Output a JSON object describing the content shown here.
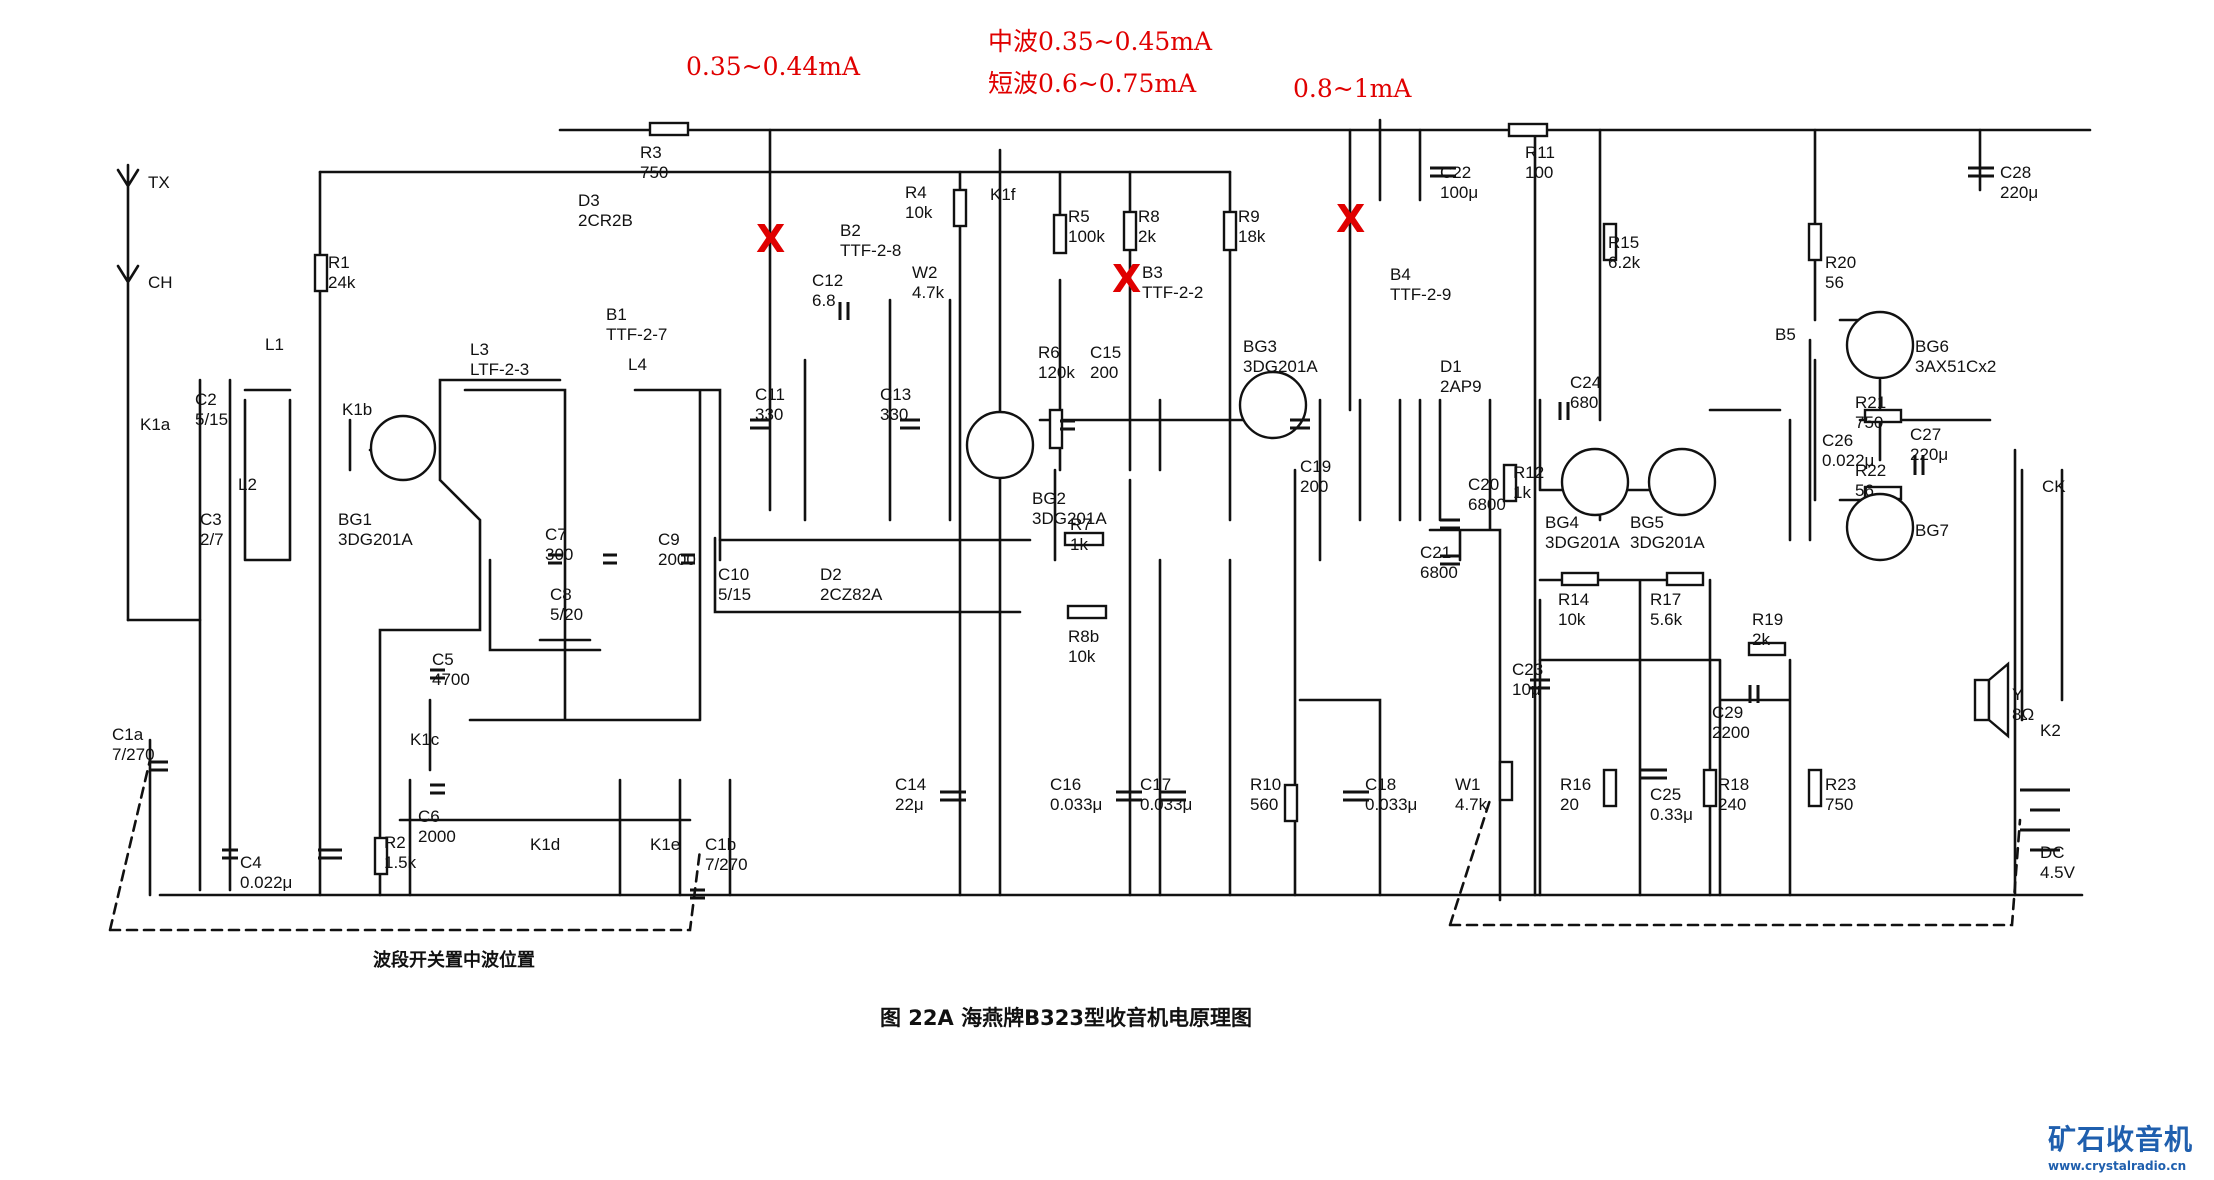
{
  "annotations": {
    "current_1": "0.35~0.44mA",
    "current_2_mw": "中波0.35~0.45mA",
    "current_2_sw": "短波0.6~0.75mA",
    "current_3": "0.8~1mA",
    "cut_mark": "X"
  },
  "caption": "图 22A  海燕牌B323型收音机电原理图",
  "band_switch_note": "波段开关置中波位置",
  "watermark": {
    "name": "矿石收音机",
    "url": "www.crystalradio.cn"
  },
  "components": [
    {
      "ref": "TX",
      "value": ""
    },
    {
      "ref": "CH",
      "value": ""
    },
    {
      "ref": "R3",
      "value": "750"
    },
    {
      "ref": "D3",
      "value": "2CR2B"
    },
    {
      "ref": "R1",
      "value": "24k"
    },
    {
      "ref": "L1",
      "value": ""
    },
    {
      "ref": "L2",
      "value": ""
    },
    {
      "ref": "C2",
      "value": "5/15"
    },
    {
      "ref": "C3",
      "value": "2/7"
    },
    {
      "ref": "K1a",
      "value": ""
    },
    {
      "ref": "K1b",
      "value": ""
    },
    {
      "ref": "BG1",
      "value": "3DG201A"
    },
    {
      "ref": "L3",
      "value": "LTF-2-3"
    },
    {
      "ref": "B1",
      "value": "TTF-2-7"
    },
    {
      "ref": "L4",
      "value": ""
    },
    {
      "ref": "C7",
      "value": "300"
    },
    {
      "ref": "C8",
      "value": "5/20"
    },
    {
      "ref": "C9",
      "value": "2000"
    },
    {
      "ref": "C10",
      "value": "5/15"
    },
    {
      "ref": "C5",
      "value": "4700"
    },
    {
      "ref": "K1c",
      "value": ""
    },
    {
      "ref": "C6",
      "value": "2000"
    },
    {
      "ref": "K1d",
      "value": ""
    },
    {
      "ref": "K1e",
      "value": ""
    },
    {
      "ref": "C1b",
      "value": "7/270"
    },
    {
      "ref": "C1a",
      "value": "7/270"
    },
    {
      "ref": "C4",
      "value": "0.022μ"
    },
    {
      "ref": "R2",
      "value": "1.5k"
    },
    {
      "ref": "B2",
      "value": "TTF-2-8"
    },
    {
      "ref": "C12",
      "value": "6.8"
    },
    {
      "ref": "C11",
      "value": "330"
    },
    {
      "ref": "C13",
      "value": "330"
    },
    {
      "ref": "R4",
      "value": "10k"
    },
    {
      "ref": "K1f",
      "value": ""
    },
    {
      "ref": "W2",
      "value": "4.7k"
    },
    {
      "ref": "R5",
      "value": "100k"
    },
    {
      "ref": "R8",
      "value": "2k"
    },
    {
      "ref": "R9",
      "value": "18k"
    },
    {
      "ref": "R6",
      "value": "120k"
    },
    {
      "ref": "C15",
      "value": "200"
    },
    {
      "ref": "B3",
      "value": "TTF-2-2"
    },
    {
      "ref": "BG2",
      "value": "3DG201A"
    },
    {
      "ref": "R7",
      "value": "1k"
    },
    {
      "ref": "D2",
      "value": "2CZ82A"
    },
    {
      "ref": "R8b",
      "value": "10k"
    },
    {
      "ref": "C14",
      "value": "22μ"
    },
    {
      "ref": "C16",
      "value": "0.033μ"
    },
    {
      "ref": "C17",
      "value": "0.033μ"
    },
    {
      "ref": "R10",
      "value": "560"
    },
    {
      "ref": "C18",
      "value": "0.033μ"
    },
    {
      "ref": "C22",
      "value": "100μ"
    },
    {
      "ref": "R11",
      "value": "100"
    },
    {
      "ref": "BG3",
      "value": "3DG201A"
    },
    {
      "ref": "B4",
      "value": "TTF-2-9"
    },
    {
      "ref": "D1",
      "value": "2AP9"
    },
    {
      "ref": "C19",
      "value": "200"
    },
    {
      "ref": "C20",
      "value": "6800"
    },
    {
      "ref": "R12",
      "value": "1k"
    },
    {
      "ref": "C21",
      "value": "6800"
    },
    {
      "ref": "R15",
      "value": "6.2k"
    },
    {
      "ref": "C24",
      "value": "680"
    },
    {
      "ref": "BG4",
      "value": "3DG201A"
    },
    {
      "ref": "BG5",
      "value": "3DG201A"
    },
    {
      "ref": "R14",
      "value": "10k"
    },
    {
      "ref": "R17",
      "value": "5.6k"
    },
    {
      "ref": "C23",
      "value": "10μ"
    },
    {
      "ref": "W1",
      "value": "4.7k"
    },
    {
      "ref": "R16",
      "value": "20"
    },
    {
      "ref": "C25",
      "value": "0.33μ"
    },
    {
      "ref": "R18",
      "value": "240"
    },
    {
      "ref": "R19",
      "value": "2k"
    },
    {
      "ref": "C29",
      "value": "2200"
    },
    {
      "ref": "C28",
      "value": "220μ"
    },
    {
      "ref": "R20",
      "value": "56"
    },
    {
      "ref": "B5",
      "value": ""
    },
    {
      "ref": "BG6",
      "value": "3AX51Cx2"
    },
    {
      "ref": "C26",
      "value": "0.022μ"
    },
    {
      "ref": "R21",
      "value": "750"
    },
    {
      "ref": "R22",
      "value": "56"
    },
    {
      "ref": "C27",
      "value": "220μ"
    },
    {
      "ref": "BG7",
      "value": ""
    },
    {
      "ref": "R23",
      "value": "750"
    },
    {
      "ref": "Y",
      "value": "8Ω"
    },
    {
      "ref": "CK",
      "value": ""
    },
    {
      "ref": "K2",
      "value": ""
    },
    {
      "ref": "DC",
      "value": "4.5V"
    }
  ]
}
